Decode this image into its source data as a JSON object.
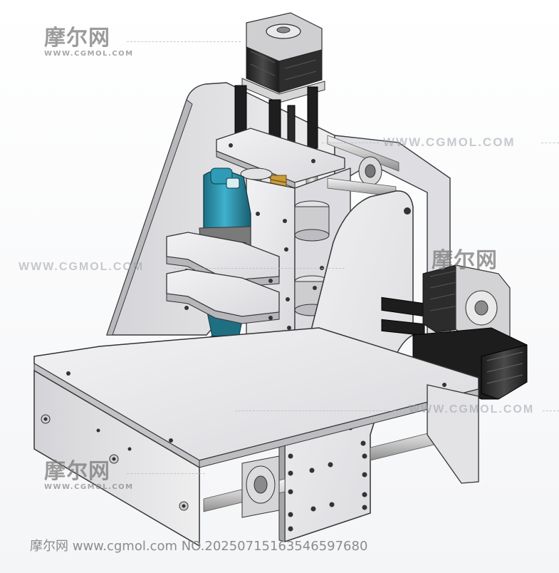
{
  "watermark": {
    "logo_cn": "摩尔网",
    "logo_url": "WWW.CGMOL.COM",
    "url_text": "WWW.CGMOL.COM"
  },
  "footer": {
    "brand": "摩尔网",
    "site": "www.cgmol.com",
    "number": "NO.20250715163546597680"
  },
  "colors": {
    "plate": "#e8e8ea",
    "plate_edge": "#3a3a3a",
    "motor": "#2b2b2b",
    "spindle_blue": "#2a8fa8",
    "rod": "#d6d6d6",
    "background": "#ffffff"
  }
}
